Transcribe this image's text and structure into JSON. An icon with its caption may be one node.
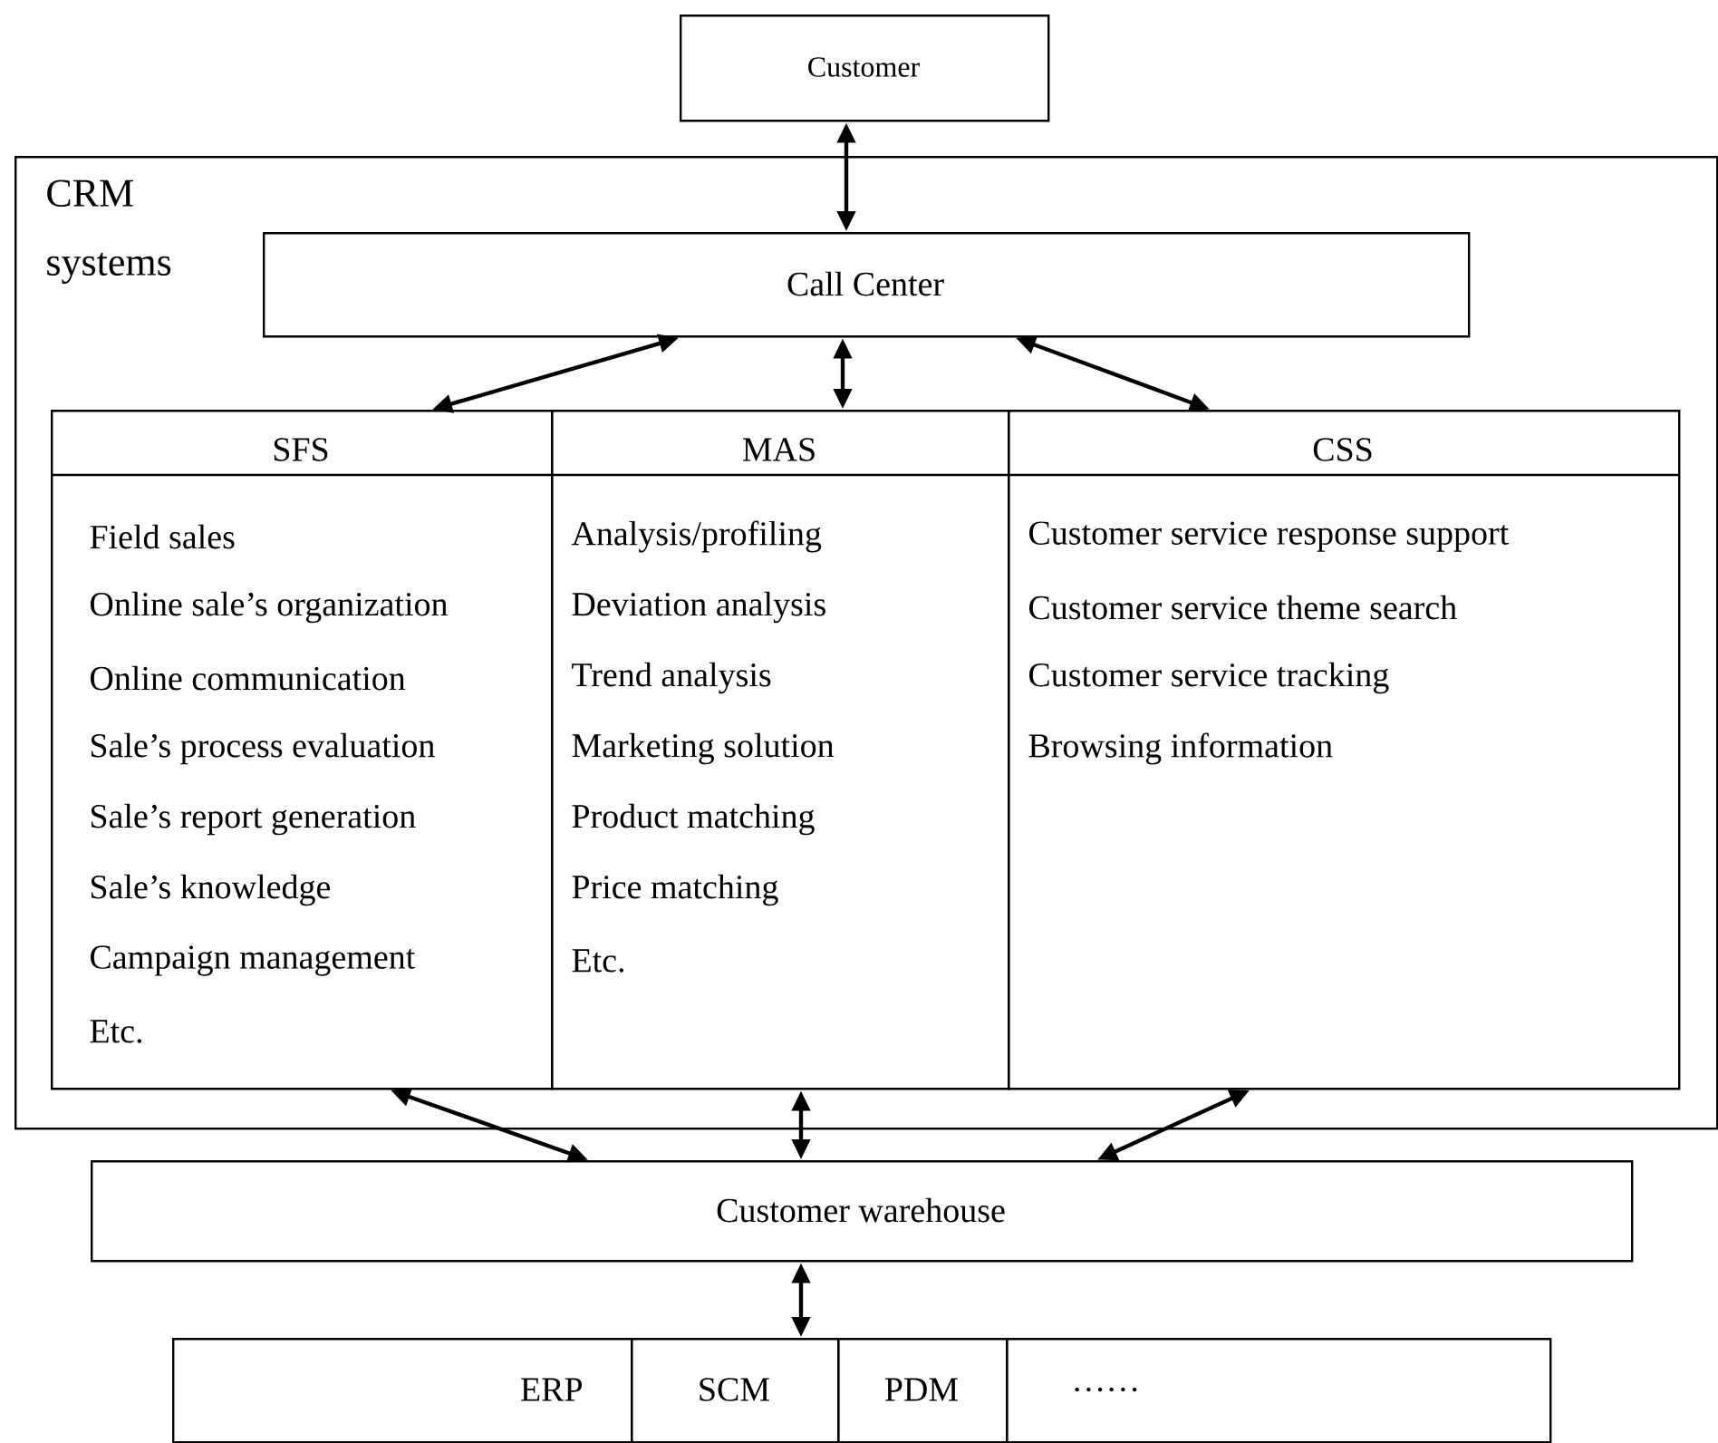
{
  "diagram": {
    "nodes": [
      {
        "text": [
          "Customer"
        ]
      },
      {
        "text": [
          "CRM systems"
        ]
      },
      {
        "text": [
          "Call Center"
        ],
        "in": 1
      },
      {
        "text": [
          "SFS",
          "Field sales",
          "Online sale’s organization",
          "Online communication",
          "Sale’s process evaluation",
          "Sale’s report generation",
          "Sale’s knowledge",
          "Campaign management",
          "Etc."
        ],
        "in": 1
      },
      {
        "text": [
          "MAS",
          "Analysis/profiling",
          "Deviation analysis",
          "Trend analysis",
          "Marketing solution",
          "Product matching",
          "Price matching",
          "Etc."
        ],
        "in": 1
      },
      {
        "text": [
          "CSS",
          "Customer service response support",
          "Customer service theme search",
          "Customer service tracking",
          "Browsing information"
        ],
        "in": 1
      },
      {
        "text": [
          "Customer warehouse"
        ]
      },
      {
        "text": [
          "ERP"
        ]
      },
      {
        "text": [
          "SCM"
        ]
      },
      {
        "text": [
          "PDM"
        ]
      },
      {
        "text": [
          "……"
        ]
      }
    ],
    "edges": [
      {
        "from": 0,
        "to": 2,
        "arrow": "both"
      },
      {
        "from": 2,
        "to": 3,
        "arrow": "both"
      },
      {
        "from": 2,
        "to": 4,
        "arrow": "both"
      },
      {
        "from": 2,
        "to": 5,
        "arrow": "both"
      },
      {
        "from": 3,
        "to": 6,
        "arrow": "both"
      },
      {
        "from": 4,
        "to": 6,
        "arrow": "both"
      },
      {
        "from": 5,
        "to": 6,
        "arrow": "both"
      },
      {
        "from": 6,
        "to": 8,
        "arrow": "both"
      }
    ]
  }
}
